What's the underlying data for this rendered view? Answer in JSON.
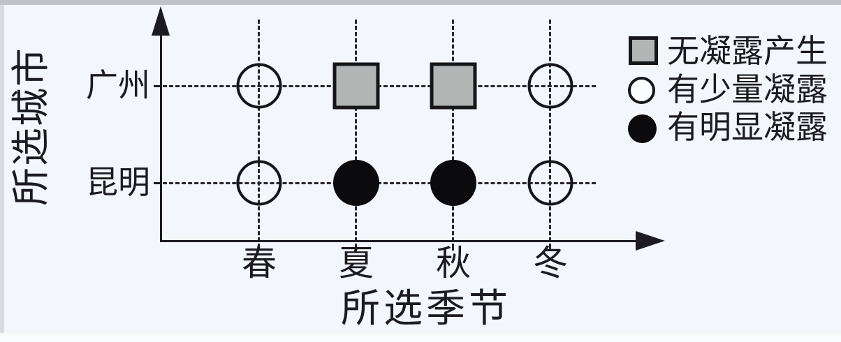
{
  "figure": {
    "background_color": "#f3f6fa",
    "line_color": "#1b1b20",
    "gray_fill_color": "#b3b5b4"
  },
  "chart_data": {
    "type": "scatter",
    "xlabel": "所选季节",
    "ylabel": "所选城市",
    "x_categories": [
      "春",
      "夏",
      "秋",
      "冬"
    ],
    "y_categories": [
      "广州",
      "昆明"
    ],
    "grid": "dashed",
    "legend_position": "top-right",
    "legend": [
      {
        "marker": "gray-square",
        "label": "无凝露产生"
      },
      {
        "marker": "white-circle",
        "label": "有少量凝露"
      },
      {
        "marker": "black-circle",
        "label": "有明显凝露"
      }
    ],
    "points": [
      {
        "city": "广州",
        "season": "春",
        "marker": "white-circle",
        "value": "有少量凝露"
      },
      {
        "city": "广州",
        "season": "夏",
        "marker": "gray-square",
        "value": "无凝露产生"
      },
      {
        "city": "广州",
        "season": "秋",
        "marker": "gray-square",
        "value": "无凝露产生"
      },
      {
        "city": "广州",
        "season": "冬",
        "marker": "white-circle",
        "value": "有少量凝露"
      },
      {
        "city": "昆明",
        "season": "春",
        "marker": "white-circle",
        "value": "有少量凝露"
      },
      {
        "city": "昆明",
        "season": "夏",
        "marker": "black-circle",
        "value": "有明显凝露"
      },
      {
        "city": "昆明",
        "season": "秋",
        "marker": "black-circle",
        "value": "有明显凝露"
      },
      {
        "city": "昆明",
        "season": "冬",
        "marker": "white-circle",
        "value": "有少量凝露"
      }
    ]
  }
}
